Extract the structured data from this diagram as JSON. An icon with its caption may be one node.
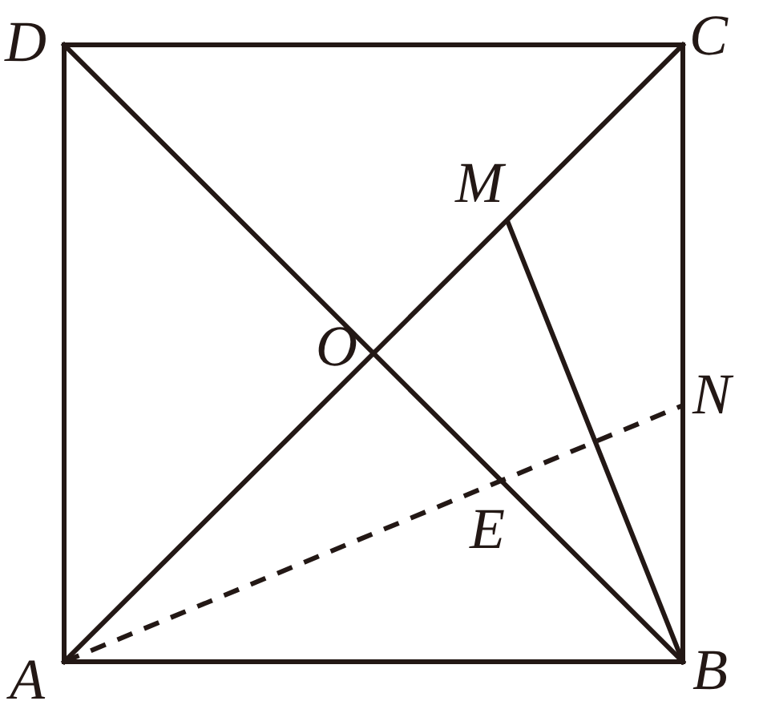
{
  "diagram": {
    "nodes": [
      {
        "text": [
          "D"
        ]
      },
      {
        "text": [
          "C"
        ]
      },
      {
        "text": [
          "M"
        ]
      },
      {
        "text": [
          "N"
        ]
      },
      {
        "text": [
          "A"
        ]
      },
      {
        "text": [
          "B"
        ]
      }
    ],
    "edges": [
      {
        "from": 0,
        "to": 1,
        "arrow": "none"
      },
      {
        "from": 1,
        "to": 5,
        "arrow": "none"
      },
      {
        "from": 4,
        "to": 5,
        "arrow": "none"
      },
      {
        "from": 0,
        "to": 4,
        "arrow": "none"
      },
      {
        "from": 4,
        "to": 1,
        "arrow": "none"
      },
      {
        "from": 0,
        "to": 5,
        "arrow": "none"
      },
      {
        "from": 2,
        "to": 5,
        "arrow": "none"
      },
      {
        "from": 4,
        "to": 3,
        "arrow": "none",
        "style": "dashed"
      }
    ],
    "labels": [
      "O",
      "E"
    ]
  }
}
